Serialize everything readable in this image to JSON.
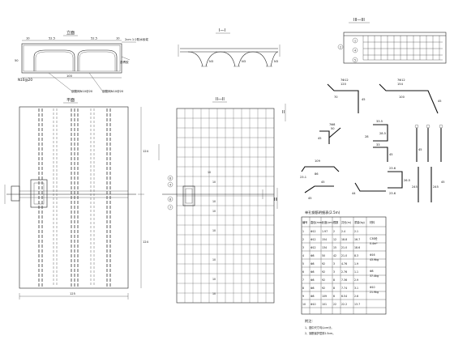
{
  "titles": {
    "front": "立面",
    "section_1": "I—I",
    "section_3": "III—III",
    "plan": "平面",
    "section_2": "II—II"
  },
  "front_view": {
    "dims_top": [
      "10",
      "52.5",
      "52.5",
      "10"
    ],
    "dim_height": "50",
    "dim_bottom": "100",
    "note_top": "2cm 1:2防水砂浆",
    "note_right": "沥青胶",
    "rebar_left": "N10@20",
    "rebar_bottom_1": "钢筋网N10@20",
    "rebar_bottom_2": "钢筋网N10@20"
  },
  "section_1": {
    "labels": [
      "N3",
      "N3",
      "N3"
    ]
  },
  "section_3": {
    "markers": [
      "1",
      "4",
      "5",
      "2"
    ]
  },
  "plan_view": {
    "dim_total": "125",
    "dim_right_1": "124",
    "dim_right_2": "124"
  },
  "section_2": {
    "markers": [
      "6",
      "4",
      "8",
      "7"
    ],
    "side_labels": [
      "10",
      "10",
      "10",
      "10",
      "10",
      "10",
      "10",
      "10"
    ]
  },
  "details": {
    "bent_1": [
      "7Φ12",
      "120",
      "70",
      "45"
    ],
    "bent_2": [
      "7Φ12",
      "154",
      "100",
      "45"
    ],
    "hooks": [
      "7Φ8",
      "50",
      "45",
      "33.5",
      "28.5",
      "28",
      "45",
      "33",
      "45",
      "23.1",
      "109",
      "86",
      "45",
      "45",
      "44",
      "23.6",
      "26.5",
      "23.6",
      "245",
      "245",
      "45"
    ],
    "side_mark": "II",
    "side_mark_2": "III"
  },
  "table": {
    "title": "单孔钢筋明细表(2.5m)",
    "columns": [
      "编号",
      "直径(mm)",
      "长度(cm)",
      "根数",
      "共长(m)",
      "重量(kg)",
      "材料"
    ],
    "rows": [
      [
        "1",
        "Φ12",
        "1.97",
        "2",
        "2.4",
        "2.1"
      ],
      [
        "2",
        "Φ12",
        "154",
        "12",
        "18.8",
        "16.7"
      ],
      [
        "3",
        "Φ12",
        "134",
        "15",
        "21.0",
        "18.6"
      ],
      [
        "4",
        "Φ8",
        "50",
        "42",
        "21.0",
        "8.3"
      ],
      [
        "5",
        "Φ8",
        "92",
        "3",
        "4.76",
        "1.9"
      ],
      [
        "6",
        "Φ8",
        "92",
        "3",
        "2.76",
        "1.1"
      ],
      [
        "7",
        "Φ8",
        "92",
        "8",
        "7.36",
        "2.9"
      ],
      [
        "8",
        "Φ8",
        "92",
        "8",
        "7.74",
        "3.1"
      ],
      [
        "9",
        "Φ8",
        "109",
        "6",
        "6.54",
        "2.6"
      ],
      [
        "10",
        "Φ10",
        "101",
        "22",
        "22.2",
        "13.7"
      ]
    ],
    "side_notes": [
      "C30砼",
      "0.4m³",
      "Φ16",
      "43.9kg",
      "Φ8",
      "37.4kg",
      "Φ10",
      "21.9kg"
    ]
  },
  "notes": {
    "heading": "附注:",
    "line_1": "1、图中尺寸均以cm计。",
    "line_2": "2、钢筋保护层厚2.5cm。"
  }
}
